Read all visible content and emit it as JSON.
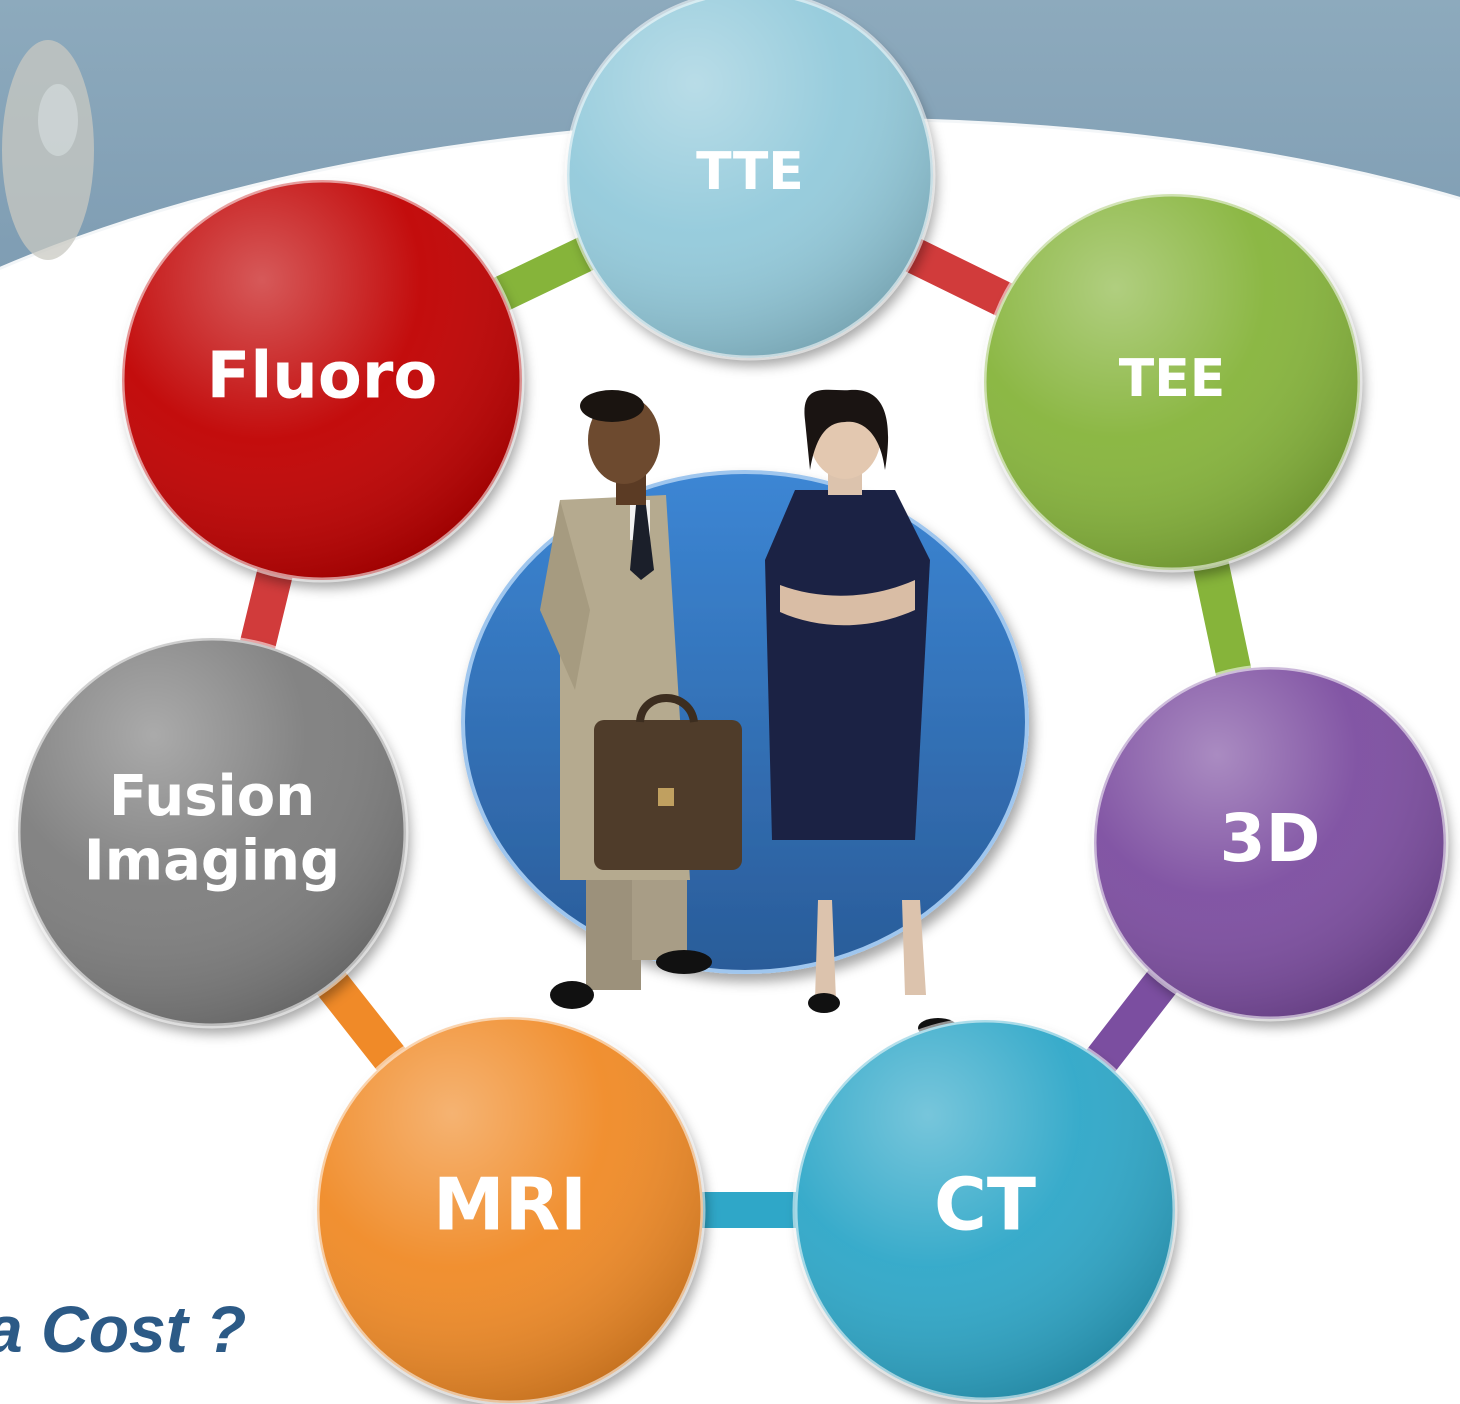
{
  "colors": {
    "header_band": "#87a7bc",
    "center": "#2f6db5",
    "tte": "#93cadb",
    "tee": "#86b43a",
    "three_d": "#7b4ea0",
    "ct": "#2fa7c8",
    "mri": "#f08a28",
    "fusion": "#7d7d7d",
    "fluoro": "#c00000",
    "tagline": "#2c5a86"
  },
  "diagram": {
    "nodes": [
      {
        "id": "tte",
        "label": "TTE",
        "color": "#93cadb"
      },
      {
        "id": "tee",
        "label": "TEE",
        "color": "#86b43a"
      },
      {
        "id": "3d",
        "label": "3D",
        "color": "#7b4ea0"
      },
      {
        "id": "ct",
        "label": "CT",
        "color": "#2fa7c8"
      },
      {
        "id": "mri",
        "label": "MRI",
        "color": "#f08a28"
      },
      {
        "id": "fusion",
        "label": [
          "Fusion",
          "Imaging"
        ],
        "color": "#7d7d7d"
      },
      {
        "id": "fluoro",
        "label": "Fluoro",
        "color": "#c00000"
      }
    ],
    "connectors": [
      {
        "from": "fluoro",
        "to": "tte",
        "color": "#86b43a"
      },
      {
        "from": "tte",
        "to": "tee",
        "color": "#d13b3b"
      },
      {
        "from": "tee",
        "to": "3d",
        "color": "#86b43a"
      },
      {
        "from": "3d",
        "to": "ct",
        "color": "#7b4ea0"
      },
      {
        "from": "ct",
        "to": "mri",
        "color": "#2fa7c8"
      },
      {
        "from": "mri",
        "to": "fusion",
        "color": "#f08a28"
      },
      {
        "from": "fusion",
        "to": "fluoro",
        "color": "#d13b3b"
      }
    ],
    "center": {
      "color": "#2f6db5",
      "figures": [
        "businessman-with-briefcase",
        "businesswoman-arms-crossed"
      ]
    }
  },
  "tagline": "a Cost ?"
}
